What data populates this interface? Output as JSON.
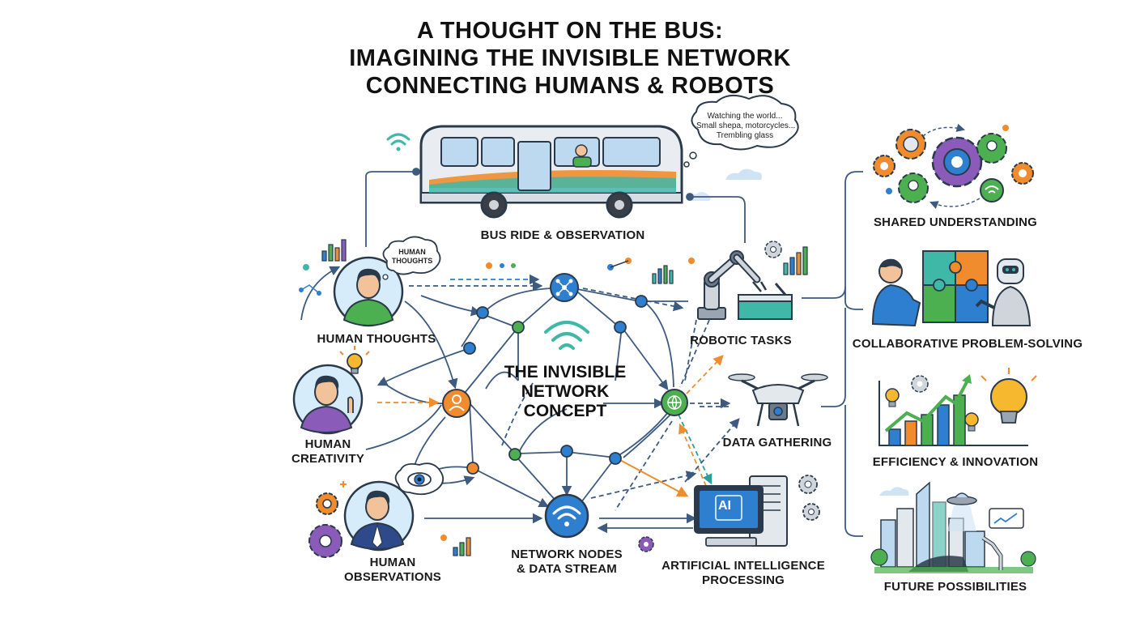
{
  "title": {
    "line1": "A THOUGHT ON THE BUS:",
    "line2": "IMAGINING THE INVISIBLE NETWORK",
    "line3": "CONNECTING HUMANS & ROBOTS"
  },
  "bus": {
    "label": "BUS RIDE & OBSERVATION",
    "thought": {
      "line1": "Watching the world...",
      "line2": "Small shepa, motorcycles...",
      "line3": "Trembling glass"
    }
  },
  "humans": {
    "thoughts": {
      "label": "HUMAN THOUGHTS",
      "bubble_l1": "HUMAN",
      "bubble_l2": "THOUGHTS"
    },
    "creativity": {
      "label_l1": "HUMAN",
      "label_l2": "CREATIVITY"
    },
    "observations": {
      "label_l1": "HUMAN",
      "label_l2": "OBSERVATIONS"
    }
  },
  "network": {
    "center_l1": "THE INVISIBLE",
    "center_l2": "NETWORK",
    "center_l3": "CONCEPT",
    "nodes_l1": "NETWORK NODES",
    "nodes_l2": "& DATA STREAM"
  },
  "machines": {
    "robotic": "ROBOTIC TASKS",
    "data": "DATA GATHERING",
    "ai_l1": "ARTIFICIAL INTELLIGENCE",
    "ai_l2": "PROCESSING",
    "ai_badge": "AI"
  },
  "outcomes": {
    "shared": "SHARED UNDERSTANDING",
    "collab": "COLLABORATIVE PROBLEM-SOLVING",
    "efficiency": "EFFICIENCY & INNOVATION",
    "future": "FUTURE POSSIBILITIES"
  },
  "colors": {
    "line": "#3d5a80",
    "orange": "#f08c2e",
    "green": "#4caf50",
    "blue": "#2f7fd0",
    "teal": "#2aa198"
  }
}
